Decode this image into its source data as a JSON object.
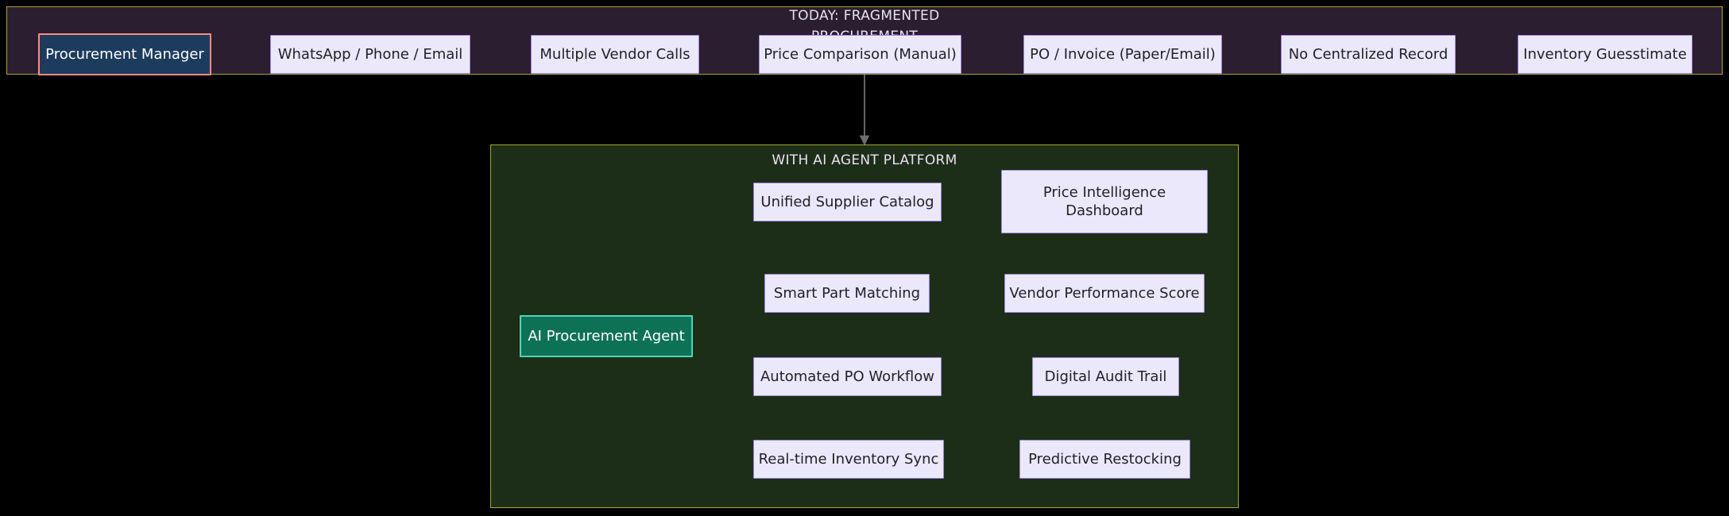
{
  "diagram": {
    "type": "flowchart",
    "title_today": "TODAY: FRAGMENTED PROCUREMENT",
    "title_future": "WITH AI AGENT PLATFORM"
  },
  "today": {
    "title_line1": "TODAY: FRAGMENTED",
    "title_line2": "PROCUREMENT",
    "nodes": [
      {
        "id": "procurement-manager",
        "label": "Procurement Manager",
        "style": "actor"
      },
      {
        "id": "whatsapp-phone-email",
        "label": "WhatsApp / Phone / Email",
        "style": "default"
      },
      {
        "id": "multiple-vendor-calls",
        "label": "Multiple Vendor Calls",
        "style": "default"
      },
      {
        "id": "price-comparison-manual",
        "label": "Price Comparison (Manual)",
        "style": "default"
      },
      {
        "id": "po-invoice-paper-email",
        "label": "PO / Invoice (Paper/Email)",
        "style": "default"
      },
      {
        "id": "no-centralized-record",
        "label": "No Centralized Record",
        "style": "default"
      },
      {
        "id": "inventory-guesstimate",
        "label": "Inventory Guesstimate",
        "style": "default"
      }
    ]
  },
  "future": {
    "title": "WITH AI AGENT PLATFORM",
    "agent": {
      "id": "ai-procurement-agent",
      "label": "AI Procurement Agent",
      "style": "agent"
    },
    "capabilities": [
      {
        "id": "unified-supplier-catalog",
        "label": "Unified Supplier Catalog"
      },
      {
        "id": "smart-part-matching",
        "label": "Smart Part Matching"
      },
      {
        "id": "automated-po-workflow",
        "label": "Automated PO Workflow"
      },
      {
        "id": "realtime-inventory-sync",
        "label": "Real-time Inventory Sync"
      }
    ],
    "outcomes": [
      {
        "id": "price-intelligence-dashboard",
        "label": "Price Intelligence Dashboard",
        "line1": "Price Intelligence",
        "line2": "Dashboard"
      },
      {
        "id": "vendor-performance-score",
        "label": "Vendor Performance Score"
      },
      {
        "id": "digital-audit-trail",
        "label": "Digital Audit Trail"
      },
      {
        "id": "predictive-restocking",
        "label": "Predictive Restocking"
      }
    ]
  },
  "colors": {
    "canvas": "#000000",
    "today_fill": "#2b1e30",
    "future_fill": "#1c2e18",
    "cluster_border": "#a6a62e",
    "node_fill": "#ebe8fc",
    "node_border": "#9e86d9",
    "node_text": "#232028",
    "actor_fill": "#1d3b5c",
    "actor_border": "#ff8a80",
    "agent_fill": "#0d7155",
    "agent_border": "#4fd6b8",
    "edge": "#3f4a3c",
    "title_text": "#e8e2ef"
  }
}
